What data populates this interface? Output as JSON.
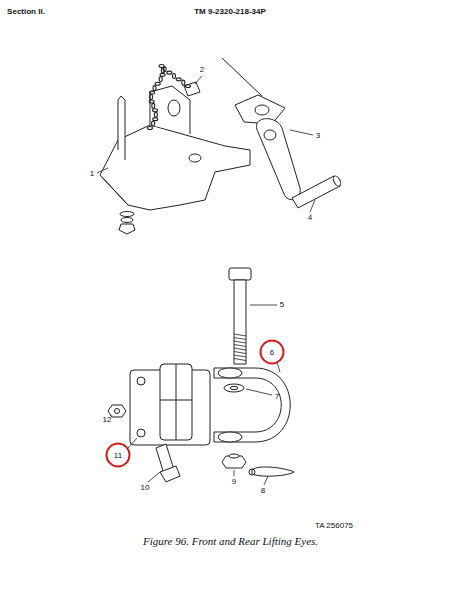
{
  "diagram": {
    "caption": "Figure 96. Front and Rear Lifting Eyes.",
    "nodes": [
      {
        "text": [
          "6"
        ]
      },
      {
        "text": [
          "11"
        ]
      }
    ],
    "labels": [
      "Section II.",
      "TM 9-2320-218-34P",
      "2",
      "1",
      "3",
      "4",
      "5",
      "7",
      "12",
      "10",
      "9",
      "8",
      "TA 256075"
    ]
  }
}
